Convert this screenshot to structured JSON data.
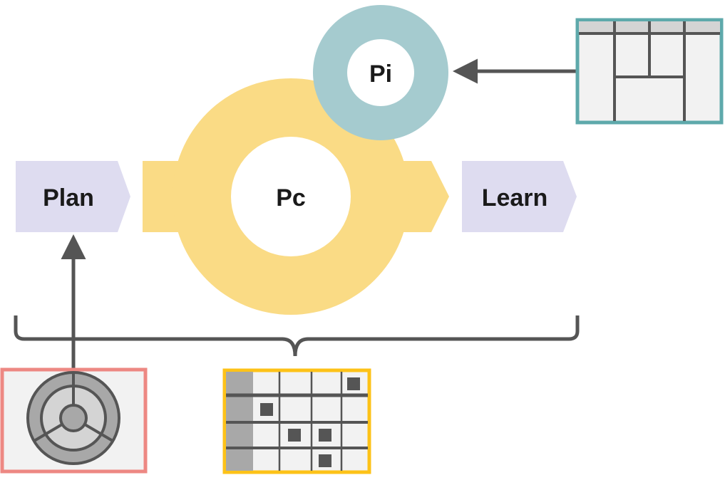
{
  "labels": {
    "plan": "Plan",
    "learn": "Learn",
    "pc": "Pc",
    "pi": "Pi"
  },
  "colors": {
    "chevron": "#dedcf0",
    "pc_ring": "#fadb85",
    "pi_ring": "#a5cbcf",
    "arrow": "#555555",
    "brace": "#555555",
    "radial_frame": "#ed8883",
    "grid_frame": "#fdc218",
    "teal_frame": "#5ea9ab",
    "panel_fill": "#f2f2f2",
    "dark_mark": "#555555",
    "mid_mark": "#a8a8a8",
    "light_mark": "#d4d4d4"
  },
  "icons": {
    "radial": "radial-chart-icon",
    "grid": "grid-chart-icon",
    "layout": "layout-grid-icon"
  }
}
